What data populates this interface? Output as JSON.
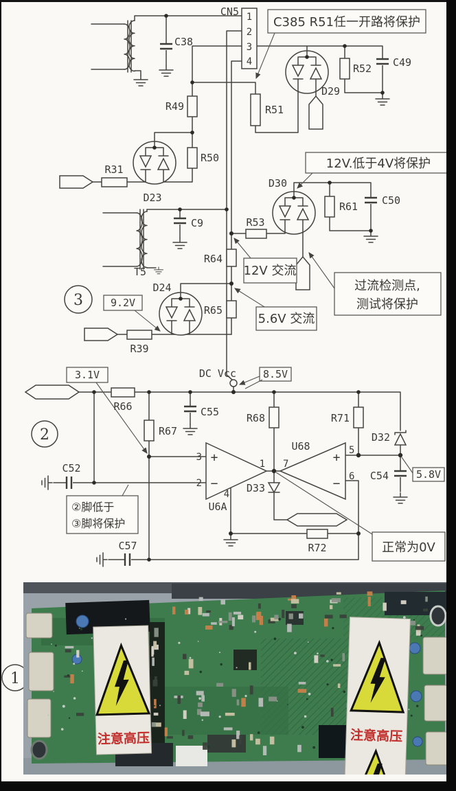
{
  "sections": {
    "one": "1",
    "two": "2",
    "three": "3"
  },
  "top": {
    "cn5": {
      "label": "CN5",
      "pin1": "1",
      "pin2": "2",
      "pin3": "3",
      "pin4": "4"
    },
    "refs": {
      "c38": "C38",
      "r49": "R49",
      "r50": "R50",
      "r31": "R31",
      "d23": "D23",
      "r51": "R51",
      "d29": "D29",
      "r52": "R52",
      "c49": "C49",
      "t5": "T5",
      "c9": "C9",
      "d30": "D30",
      "r53": "R53",
      "r61": "R61",
      "c50": "C50",
      "r64": "R64",
      "r65": "R65",
      "d24": "D24",
      "r39": "R39"
    },
    "notes": {
      "open_protect": "C385 R51任一开路将保护",
      "low12": "12V.低于4V将保护",
      "ac12": "12V 交流",
      "ac56": "5.6V 交流",
      "oc1": "过流检测点,",
      "oc2": "测试将保护",
      "v92": "9.2V"
    }
  },
  "mid": {
    "refs": {
      "r66": "R66",
      "r67": "R67",
      "c55": "C55",
      "c52": "C52",
      "c57": "C57",
      "r68": "R68",
      "r71": "R71",
      "r72": "R72",
      "d33": "D33",
      "d32": "D32",
      "c54": "C54",
      "u6a": "U6A",
      "u68": "U68"
    },
    "pins": {
      "p1": "1",
      "p2": "2",
      "p3": "3",
      "p4": "4",
      "p5": "5",
      "p6": "6",
      "p7": "7",
      "plus": "+",
      "minus": "−"
    },
    "notes": {
      "v31": "3.1V",
      "dc": "DC Vcc",
      "v85": "8.5V",
      "v58": "5.8V",
      "normal": "正常为0V",
      "low_a": "②脚低于",
      "low_b": "③脚将保护"
    }
  },
  "photo": {
    "warn_left": "注意高压",
    "warn_right": "注意高压",
    "colors": {
      "board": "#3e7c4e",
      "label": "#eae8e0",
      "triangle": "#d8da3a",
      "warn_red": "#c22f2c"
    }
  }
}
